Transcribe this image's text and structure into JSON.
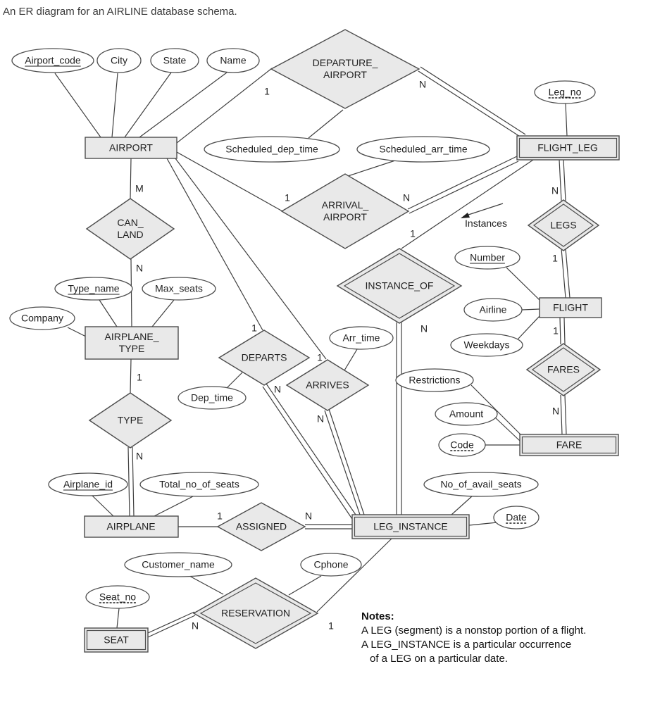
{
  "title": "An ER diagram for an AIRLINE database schema.",
  "entities": {
    "airport": "AIRPORT",
    "flight_leg": "FLIGHT_LEG",
    "airplane_type": "AIRPLANE_\nTYPE",
    "flight": "FLIGHT",
    "fare": "FARE",
    "airplane": "AIRPLANE",
    "leg_instance": "LEG_INSTANCE",
    "seat": "SEAT"
  },
  "relationships": {
    "departure_airport": "DEPARTURE_\nAIRPORT",
    "arrival_airport": "ARRIVAL_\nAIRPORT",
    "can_land": "CAN_\nLAND",
    "legs": "LEGS",
    "instance_of": "INSTANCE_OF",
    "departs": "DEPARTS",
    "arrives": "ARRIVES",
    "type": "TYPE",
    "fares": "FARES",
    "assigned": "ASSIGNED",
    "reservation": "RESERVATION"
  },
  "attributes": {
    "airport_code": "Airport_code",
    "city": "City",
    "state": "State",
    "name": "Name",
    "scheduled_dep_time": "Scheduled_dep_time",
    "scheduled_arr_time": "Scheduled_arr_time",
    "leg_no": "Leg_no",
    "number": "Number",
    "airline": "Airline",
    "weekdays": "Weekdays",
    "restrictions": "Restrictions",
    "amount": "Amount",
    "code": "Code",
    "type_name": "Type_name",
    "max_seats": "Max_seats",
    "company": "Company",
    "dep_time": "Dep_time",
    "arr_time": "Arr_time",
    "airplane_id": "Airplane_id",
    "total_no_of_seats": "Total_no_of_seats",
    "no_of_avail_seats": "No_of_avail_seats",
    "date": "Date",
    "customer_name": "Customer_name",
    "cphone": "Cphone",
    "seat_no": "Seat_no"
  },
  "cardinalities": {
    "departure_airport_1": "1",
    "departure_airport_n": "N",
    "arrival_airport_1": "1",
    "arrival_airport_n": "N",
    "can_land_m": "M",
    "can_land_n": "N",
    "legs_n": "N",
    "legs_1": "1",
    "instance_of_1": "1",
    "instance_of_n": "N",
    "departs_1": "1",
    "departs_n": "N",
    "arrives_1": "1",
    "arrives_n": "N",
    "type_1": "1",
    "type_n": "N",
    "fares_1": "1",
    "fares_n": "N",
    "assigned_1": "1",
    "assigned_n": "N",
    "reservation_n": "N",
    "reservation_1": "1"
  },
  "annotations": {
    "instances": "Instances"
  },
  "notes": {
    "heading": "Notes:",
    "line1": "A LEG (segment) is a nonstop portion of a flight.",
    "line2": "A LEG_INSTANCE is a particular occurrence",
    "line3": "of a LEG on a particular date."
  },
  "colors": {
    "background": "#ffffff",
    "shape_fill": "#e9e9e9",
    "ellipse_fill": "#ffffff",
    "shape_border": "#4d4d4d",
    "line": "#3f3f3f",
    "text": "#1f1f1f"
  }
}
